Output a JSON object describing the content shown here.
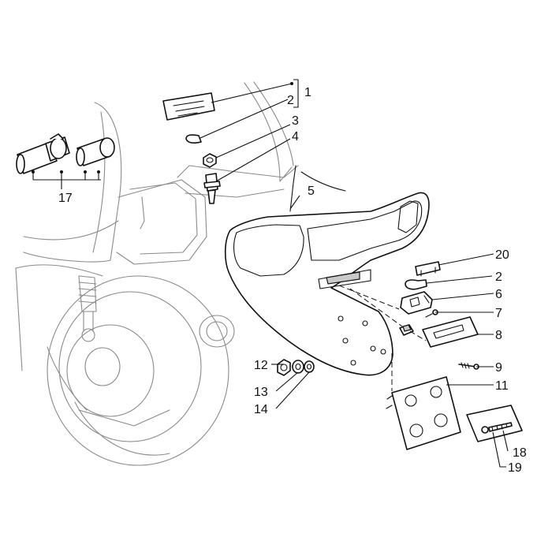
{
  "callouts": {
    "c1": "1",
    "c2": "2",
    "c3": "3",
    "c4": "4",
    "c5": "5",
    "c17": "17",
    "c20": "20",
    "c2b": "2",
    "c6": "6",
    "c7": "7",
    "c8": "8",
    "c9": "9",
    "c11": "11",
    "c12": "12",
    "c13": "13",
    "c14": "14",
    "c18": "18",
    "c19": "19"
  }
}
